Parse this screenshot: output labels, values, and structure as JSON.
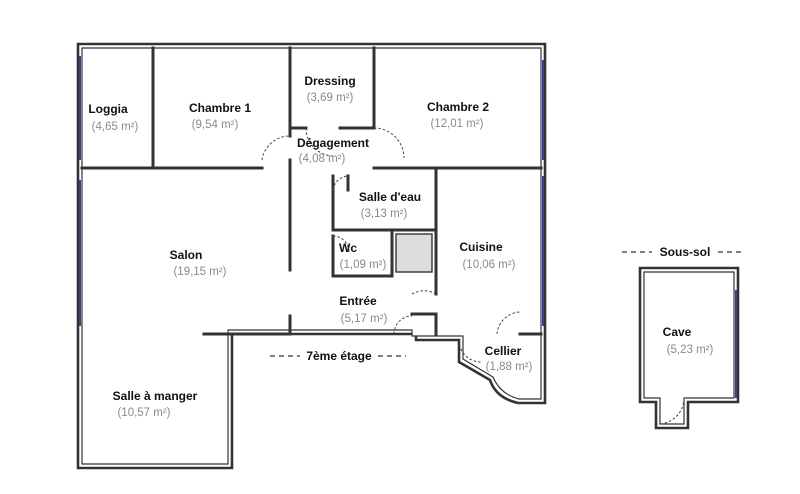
{
  "levels": {
    "main": "7ème étage",
    "basement": "Sous-sol"
  },
  "rooms": {
    "loggia": {
      "name": "Loggia",
      "area": "(4,65 m²)"
    },
    "chambre1": {
      "name": "Chambre 1",
      "area": "(9,54 m²)"
    },
    "dressing": {
      "name": "Dressing",
      "area": "(3,69 m²)"
    },
    "chambre2": {
      "name": "Chambre 2",
      "area": "(12,01 m²)"
    },
    "degagement": {
      "name": "Dégagement",
      "area": "(4,08 m²)"
    },
    "salle_eau": {
      "name": "Salle d'eau",
      "area": "(3,13 m²)"
    },
    "wc": {
      "name": "Wc",
      "area": "(1,09 m²)"
    },
    "salon": {
      "name": "Salon",
      "area": "(19,15 m²)"
    },
    "cuisine": {
      "name": "Cuisine",
      "area": "(10,06 m²)"
    },
    "entree": {
      "name": "Entrée",
      "area": "(5,17 m²)"
    },
    "cellier": {
      "name": "Cellier",
      "area": "(1,88 m²)"
    },
    "salle_manger": {
      "name": "Salle à manger",
      "area": "(10,57 m²)"
    },
    "cave": {
      "name": "Cave",
      "area": "(5,23 m²)"
    }
  }
}
